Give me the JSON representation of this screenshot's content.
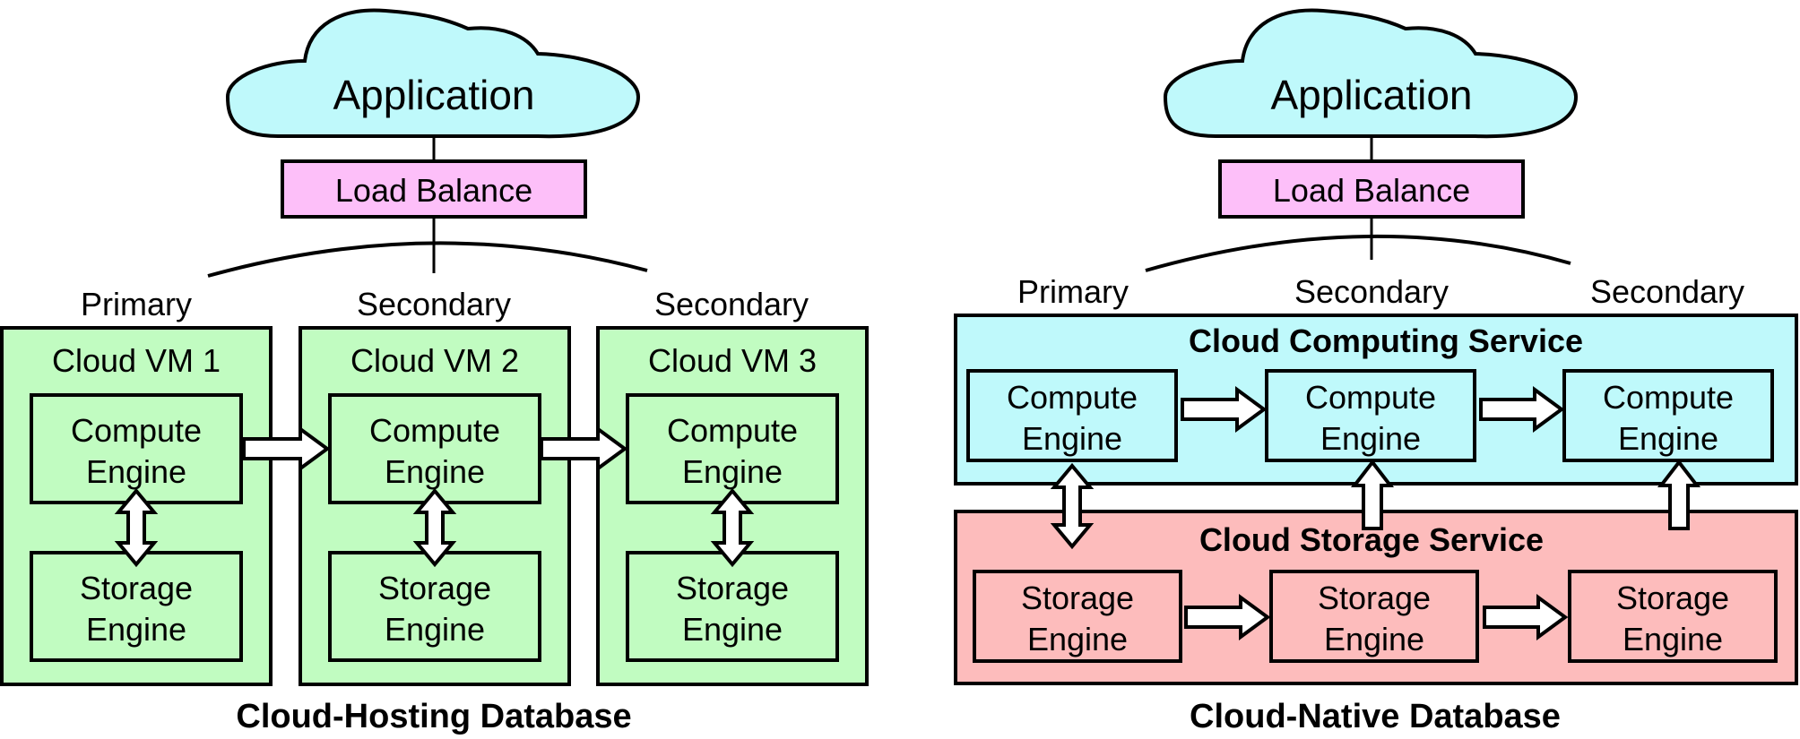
{
  "colors": {
    "cloud": "#bff9fb",
    "load_balance": "#fdbff9",
    "vm": "#c1fcc1",
    "compute_service": "#bff9fb",
    "storage_service": "#fdbcbc",
    "stroke": "#000000",
    "arrow_fill": "#ffffff"
  },
  "left": {
    "caption": "Cloud-Hosting Database",
    "application": "Application",
    "load_balance": "Load Balance",
    "roles": [
      "Primary",
      "Secondary",
      "Secondary"
    ],
    "vms": [
      {
        "title": "Cloud VM 1",
        "compute": [
          "Compute",
          "Engine"
        ],
        "storage": [
          "Storage",
          "Engine"
        ]
      },
      {
        "title": "Cloud VM 2",
        "compute": [
          "Compute",
          "Engine"
        ],
        "storage": [
          "Storage",
          "Engine"
        ]
      },
      {
        "title": "Cloud VM 3",
        "compute": [
          "Compute",
          "Engine"
        ],
        "storage": [
          "Storage",
          "Engine"
        ]
      }
    ]
  },
  "right": {
    "caption": "Cloud-Native Database",
    "application": "Application",
    "load_balance": "Load Balance",
    "roles": [
      "Primary",
      "Secondary",
      "Secondary"
    ],
    "compute_service": "Cloud Computing Service",
    "storage_service": "Cloud Storage Service",
    "compute_nodes": [
      [
        "Compute",
        "Engine"
      ],
      [
        "Compute",
        "Engine"
      ],
      [
        "Compute",
        "Engine"
      ]
    ],
    "storage_nodes": [
      [
        "Storage",
        "Engine"
      ],
      [
        "Storage",
        "Engine"
      ],
      [
        "Storage",
        "Engine"
      ]
    ]
  }
}
